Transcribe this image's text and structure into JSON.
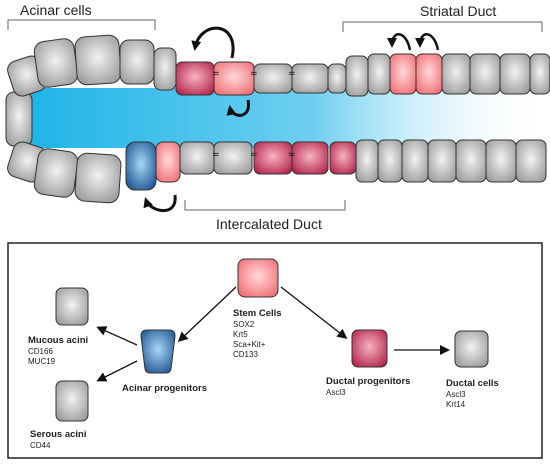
{
  "top": {
    "acinar_label": "Acinar cells",
    "striatal_label": "Striatal Duct",
    "intercalated_label": "Intercalated Duct"
  },
  "legend": {
    "stem": {
      "title": "Stem Cells",
      "markers": [
        "SOX2",
        "Krt5",
        "Sca+Kit+",
        "CD133"
      ]
    },
    "acinar_progenitors": {
      "title": "Acinar progenitors"
    },
    "mucous": {
      "title": "Mucous acini",
      "markers": [
        "CD166",
        "MUC19"
      ]
    },
    "serous": {
      "title": "Serous acini",
      "markers": [
        "CD44"
      ]
    },
    "ductal_progenitors": {
      "title": "Ductal progenitors",
      "markers": [
        "Ascl3"
      ]
    },
    "ductal_cells": {
      "title": "Ductal cells",
      "markers": [
        "Ascl3",
        "Krt14"
      ]
    }
  },
  "colors": {
    "grey_cell": "#b9b9b9",
    "stem_pink": "#f78f93",
    "ductal_crimson": "#c6395c",
    "acinar_blue": "#1f5f97",
    "lumen": "#1fb5e8"
  }
}
